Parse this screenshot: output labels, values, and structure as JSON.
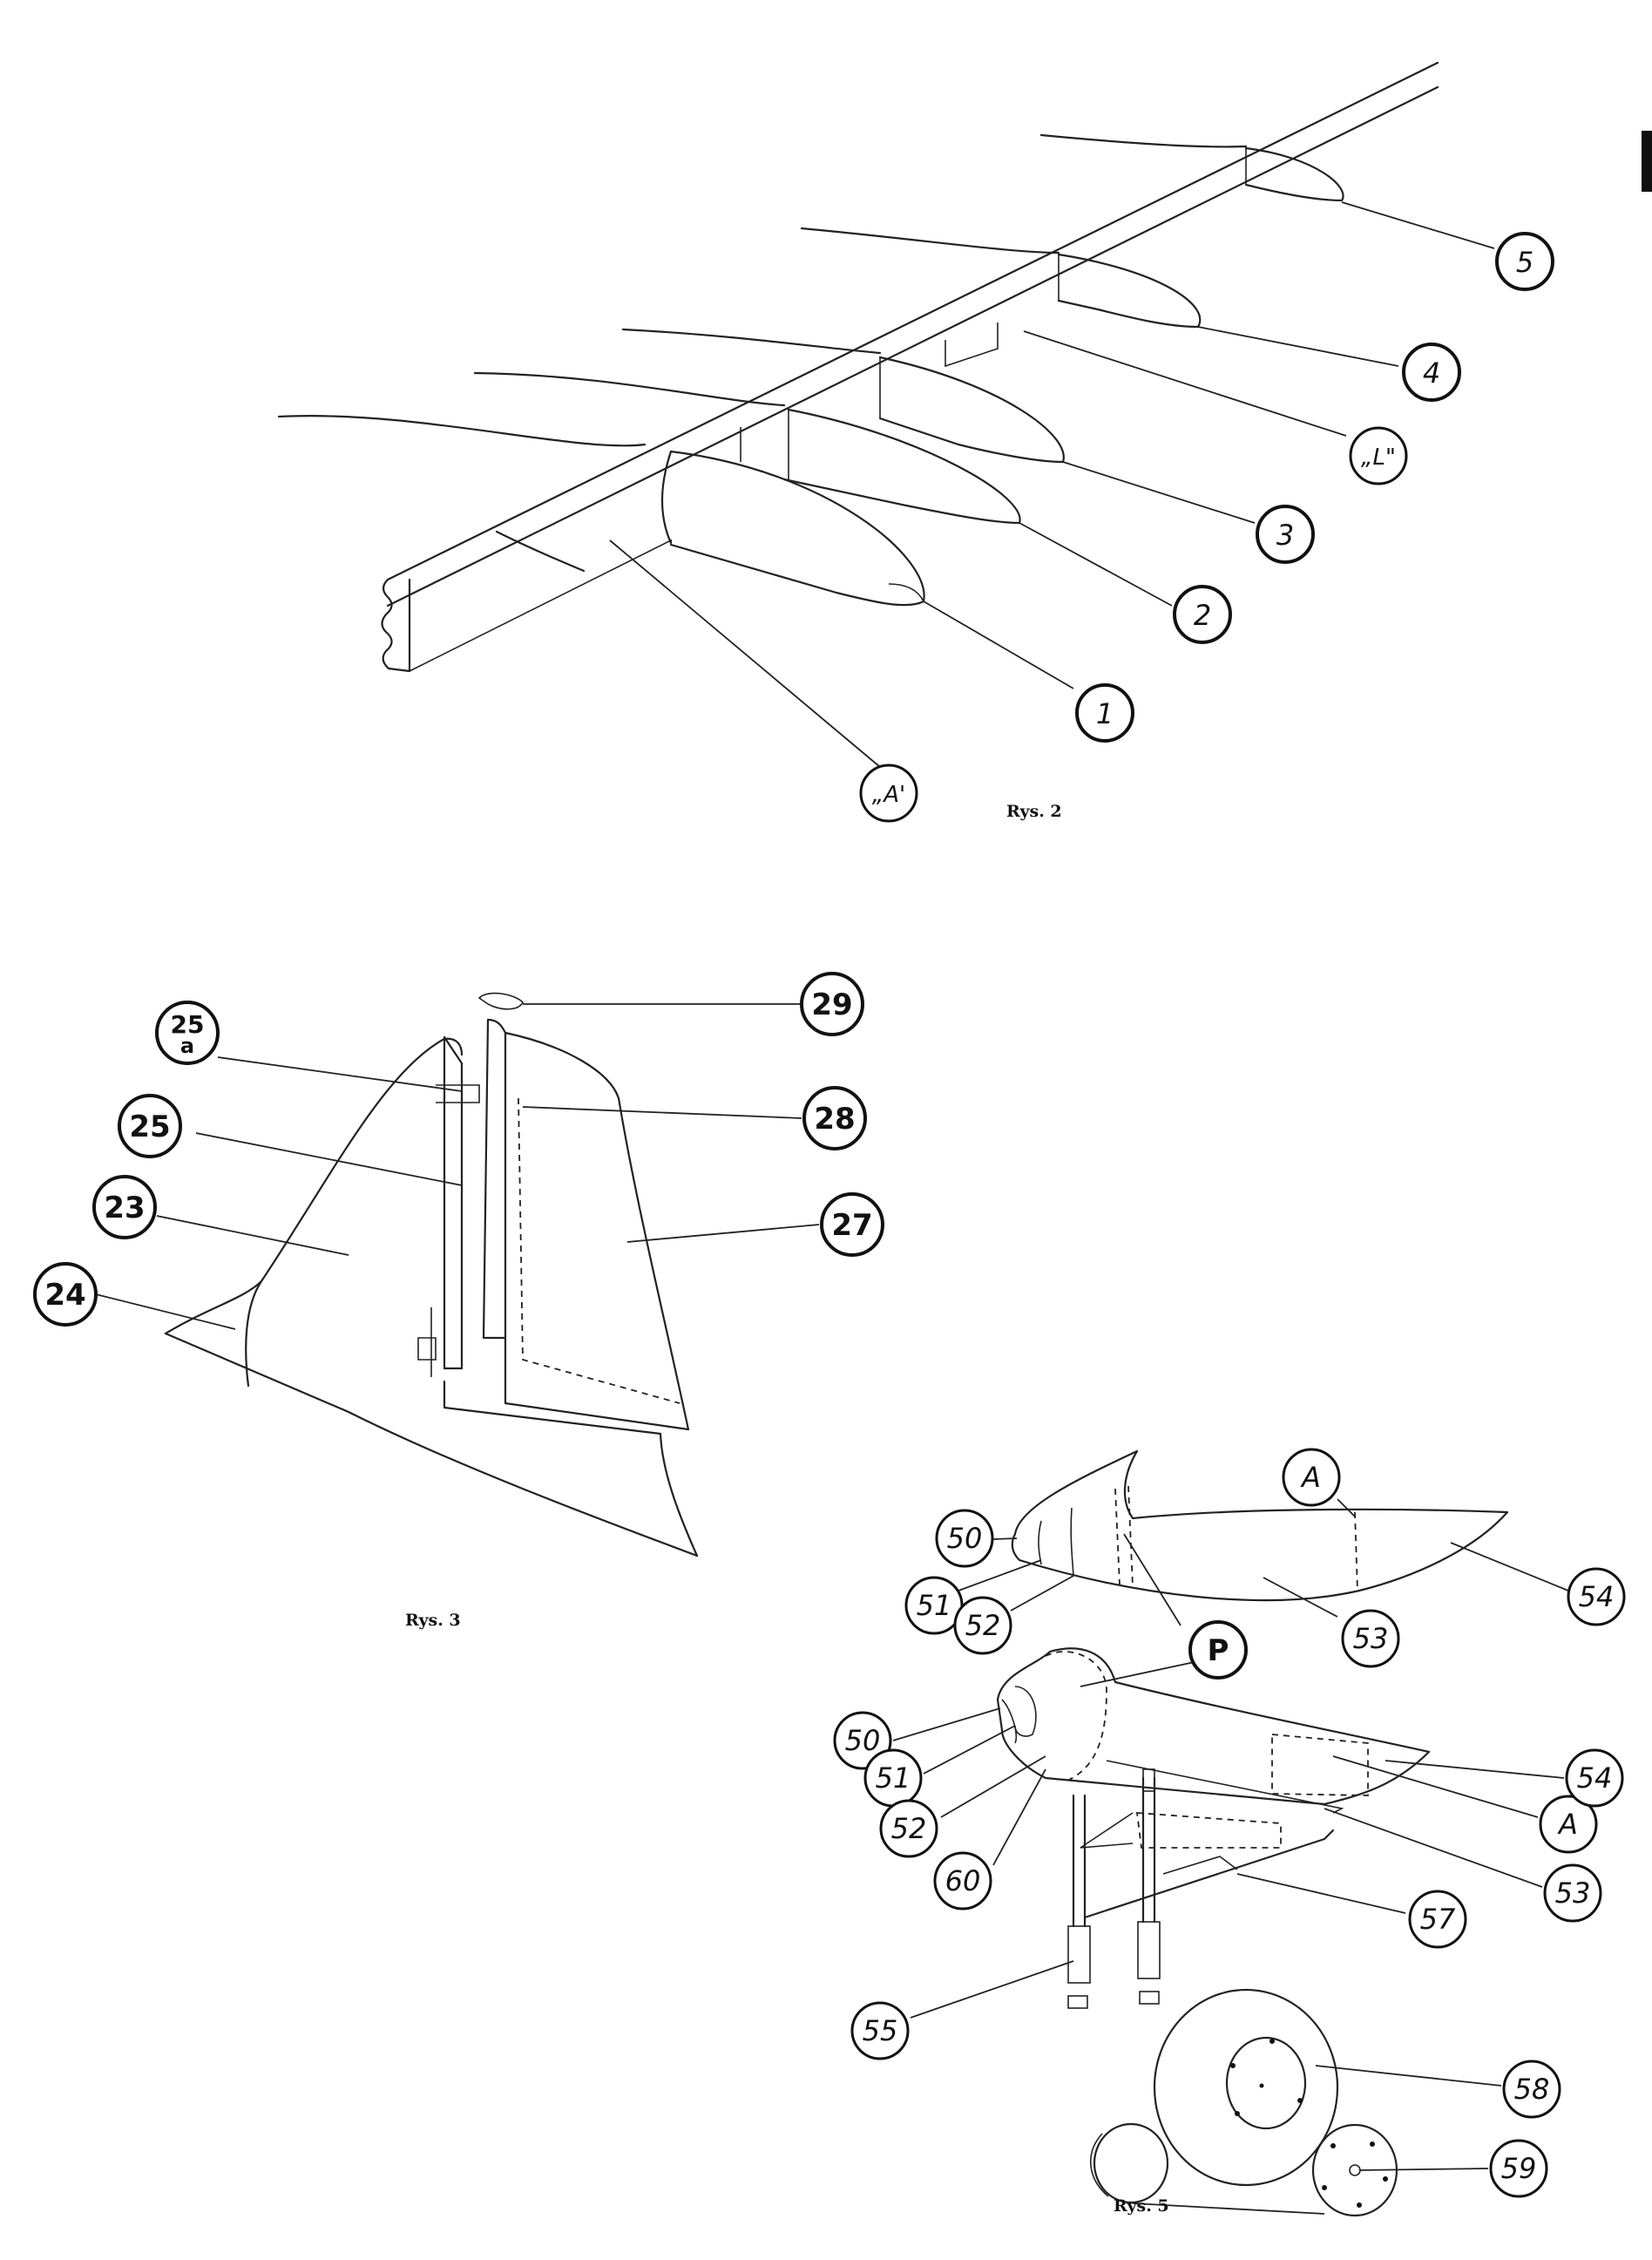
{
  "figures": [
    {
      "id": "rys2",
      "caption": "Rys. 2",
      "labels": [
        "1",
        "2",
        "3",
        "4",
        "5",
        "„L\"",
        "„A\""
      ]
    },
    {
      "id": "rys3",
      "caption": "Rys. 3",
      "labels": [
        "23",
        "24",
        "25",
        "25a",
        "27",
        "28",
        "29"
      ]
    },
    {
      "id": "rys5",
      "caption": "Rys. 5",
      "upper_labels": [
        "50",
        "51",
        "52",
        "P",
        "A",
        "53",
        "54"
      ],
      "lower_labels": [
        "50",
        "51",
        "52",
        "60",
        "55",
        "57",
        "58",
        "59",
        "53",
        "A",
        "54"
      ]
    }
  ],
  "labels": {
    "l1": "1",
    "l2": "2",
    "l3": "3",
    "l4": "4",
    "l5": "5",
    "lL": "„L\"",
    "lA": "„A'",
    "l23": "23",
    "l24": "24",
    "l25": "25",
    "l25a_num": "25",
    "l25a_sub": "a",
    "l27": "27",
    "l28": "28",
    "l29": "29",
    "u50": "50",
    "u51": "51",
    "u52": "52",
    "uP": "P",
    "uA": "A",
    "u53": "53",
    "u54": "54",
    "d50": "50",
    "d51": "51",
    "d52": "52",
    "d60": "60",
    "d55": "55",
    "d57": "57",
    "d58": "58",
    "d59": "59",
    "d53": "53",
    "dA": "A",
    "d54": "54"
  },
  "captions": {
    "rys2": "Rys. 2",
    "rys3": "Rys. 3",
    "rys5": "Rys. 5"
  }
}
